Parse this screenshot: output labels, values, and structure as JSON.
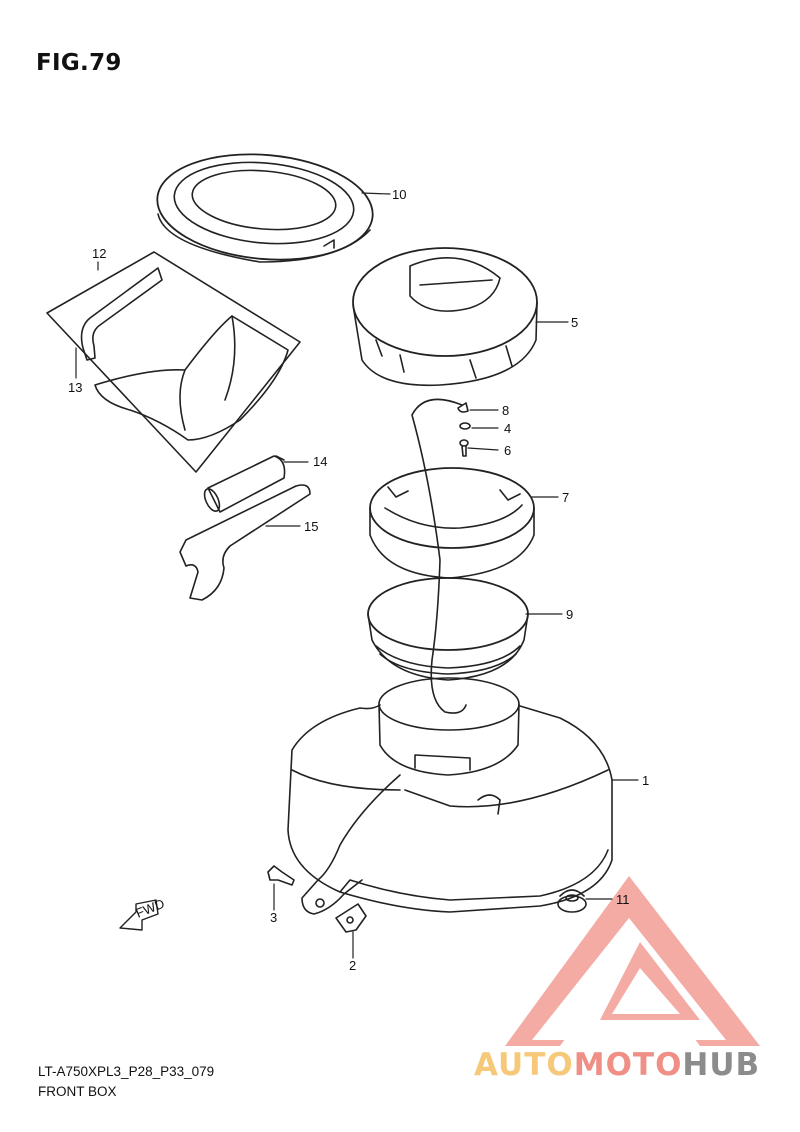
{
  "figure": {
    "title": "FIG.79",
    "code": "LT-A750XPL3_P28_P33_079",
    "name": "FRONT BOX"
  },
  "callouts": [
    {
      "number": "1",
      "part": "front-box"
    },
    {
      "number": "2",
      "part": "clip"
    },
    {
      "number": "3",
      "part": "bolt"
    },
    {
      "number": "4",
      "part": "washer"
    },
    {
      "number": "5",
      "part": "cap"
    },
    {
      "number": "6",
      "part": "screw"
    },
    {
      "number": "7",
      "part": "ring"
    },
    {
      "number": "8",
      "part": "strap"
    },
    {
      "number": "9",
      "part": "ring-seal"
    },
    {
      "number": "10",
      "part": "cover-seal"
    },
    {
      "number": "11",
      "part": "grommet"
    },
    {
      "number": "12",
      "part": "tool-bag-set"
    },
    {
      "number": "13",
      "part": "wrench"
    },
    {
      "number": "14",
      "part": "holder"
    },
    {
      "number": "15",
      "part": "spanner"
    }
  ],
  "fwd_label": "FWD",
  "watermark": {
    "part1": "AUTO",
    "part2": "MOTO",
    "part3": "HUB",
    "colors": {
      "auto": "#f6c97a",
      "moto": "#ef8f86",
      "hub": "#8c8c8c",
      "triangle": "#ef8f86"
    }
  }
}
